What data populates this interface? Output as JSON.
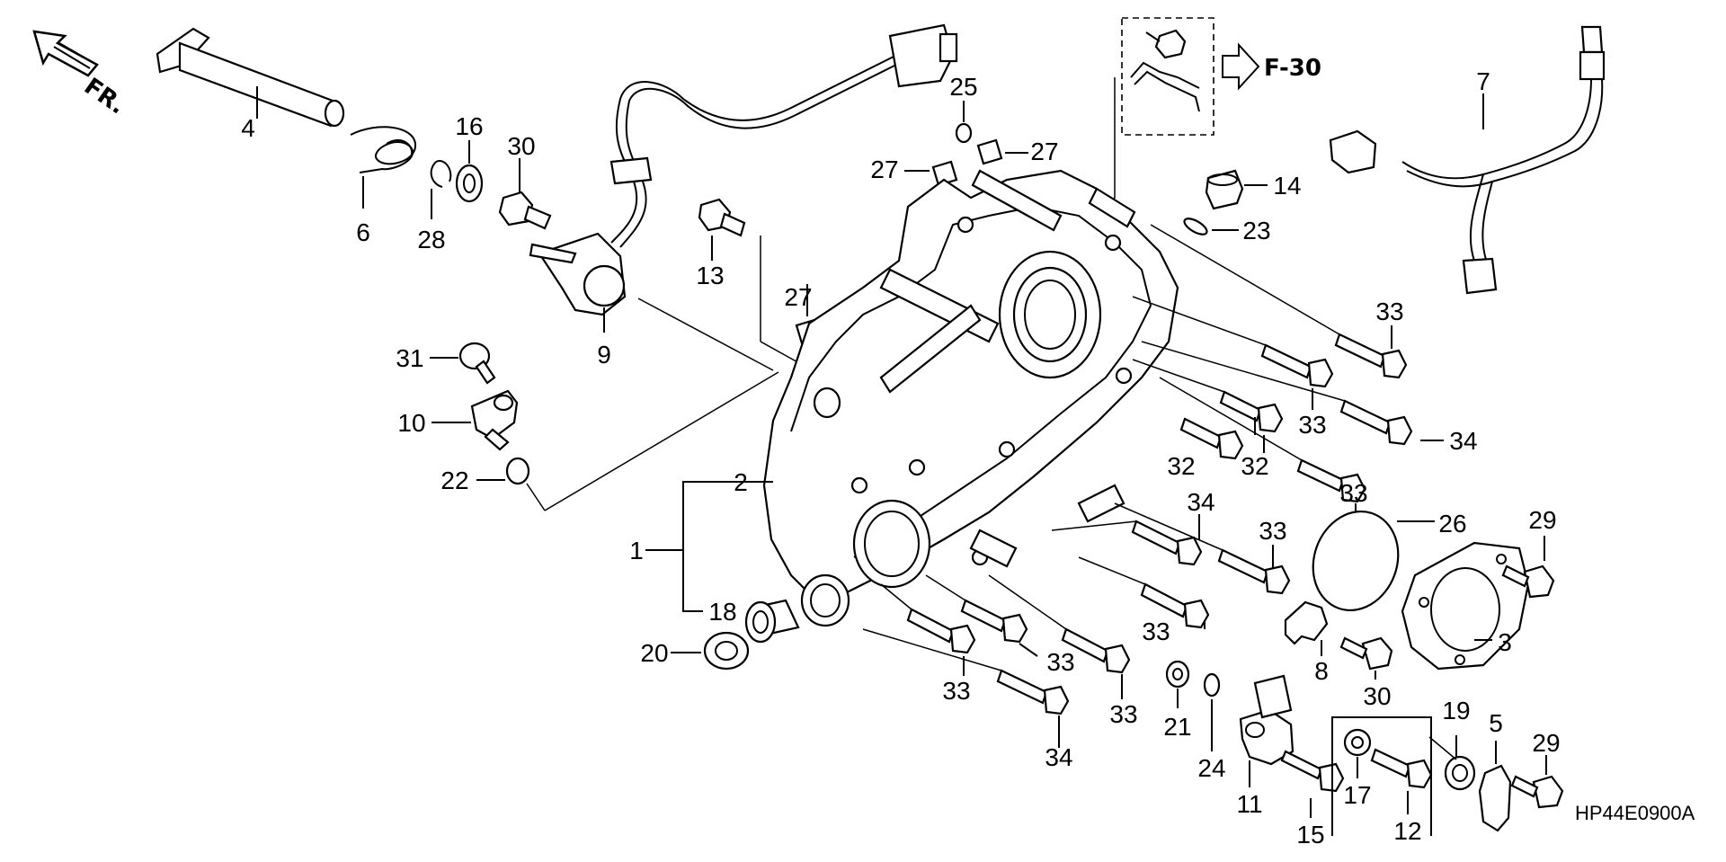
{
  "front_label": "FR.",
  "ref_label": "F-30",
  "drawing_code": "HP44E0900A",
  "callouts": {
    "c1": "1",
    "c2": "2",
    "c3": "3",
    "c4": "4",
    "c5": "5",
    "c6": "6",
    "c7": "7",
    "c8": "8",
    "c9": "9",
    "c10": "10",
    "c11": "11",
    "c12": "12",
    "c13": "13",
    "c14": "14",
    "c15": "15",
    "c16": "16",
    "c17": "17",
    "c18": "18",
    "c19": "19",
    "c20": "20",
    "c21": "21",
    "c22": "22",
    "c23": "23",
    "c24": "24",
    "c25": "25",
    "c26": "26",
    "c27": "27",
    "c28": "28",
    "c29": "29",
    "c30": "30",
    "c31": "31",
    "c32": "32",
    "c33": "33",
    "c34": "34"
  }
}
